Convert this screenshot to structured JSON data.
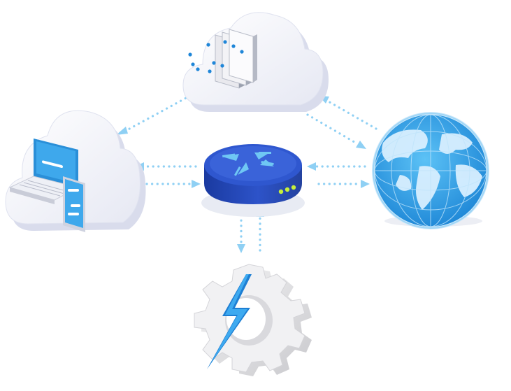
{
  "nodes": [
    {
      "id": "cloud-server",
      "icon": "cloud-server-icon"
    },
    {
      "id": "cloud-devices",
      "icon": "cloud-devices-icon"
    },
    {
      "id": "router",
      "icon": "router-icon"
    },
    {
      "id": "globe",
      "icon": "globe-icon"
    },
    {
      "id": "gear",
      "icon": "gear-lightning-icon"
    }
  ],
  "colors": {
    "cloud_light": "#f4f5fb",
    "cloud_shadow": "#dfe2ef",
    "connector": "#8fd0f4",
    "router_dark": "#1e3f9a",
    "router_mid": "#2e5ad1",
    "router_top": "#3a63d9",
    "screen_blue": "#2f9fe6",
    "globe_ocean": "#39a9ec",
    "globe_land": "#1f7fd2",
    "gear_gray": "#e4e4e6",
    "lightning_blue": "#2f9fe6",
    "led_green": "#c7f03a"
  }
}
